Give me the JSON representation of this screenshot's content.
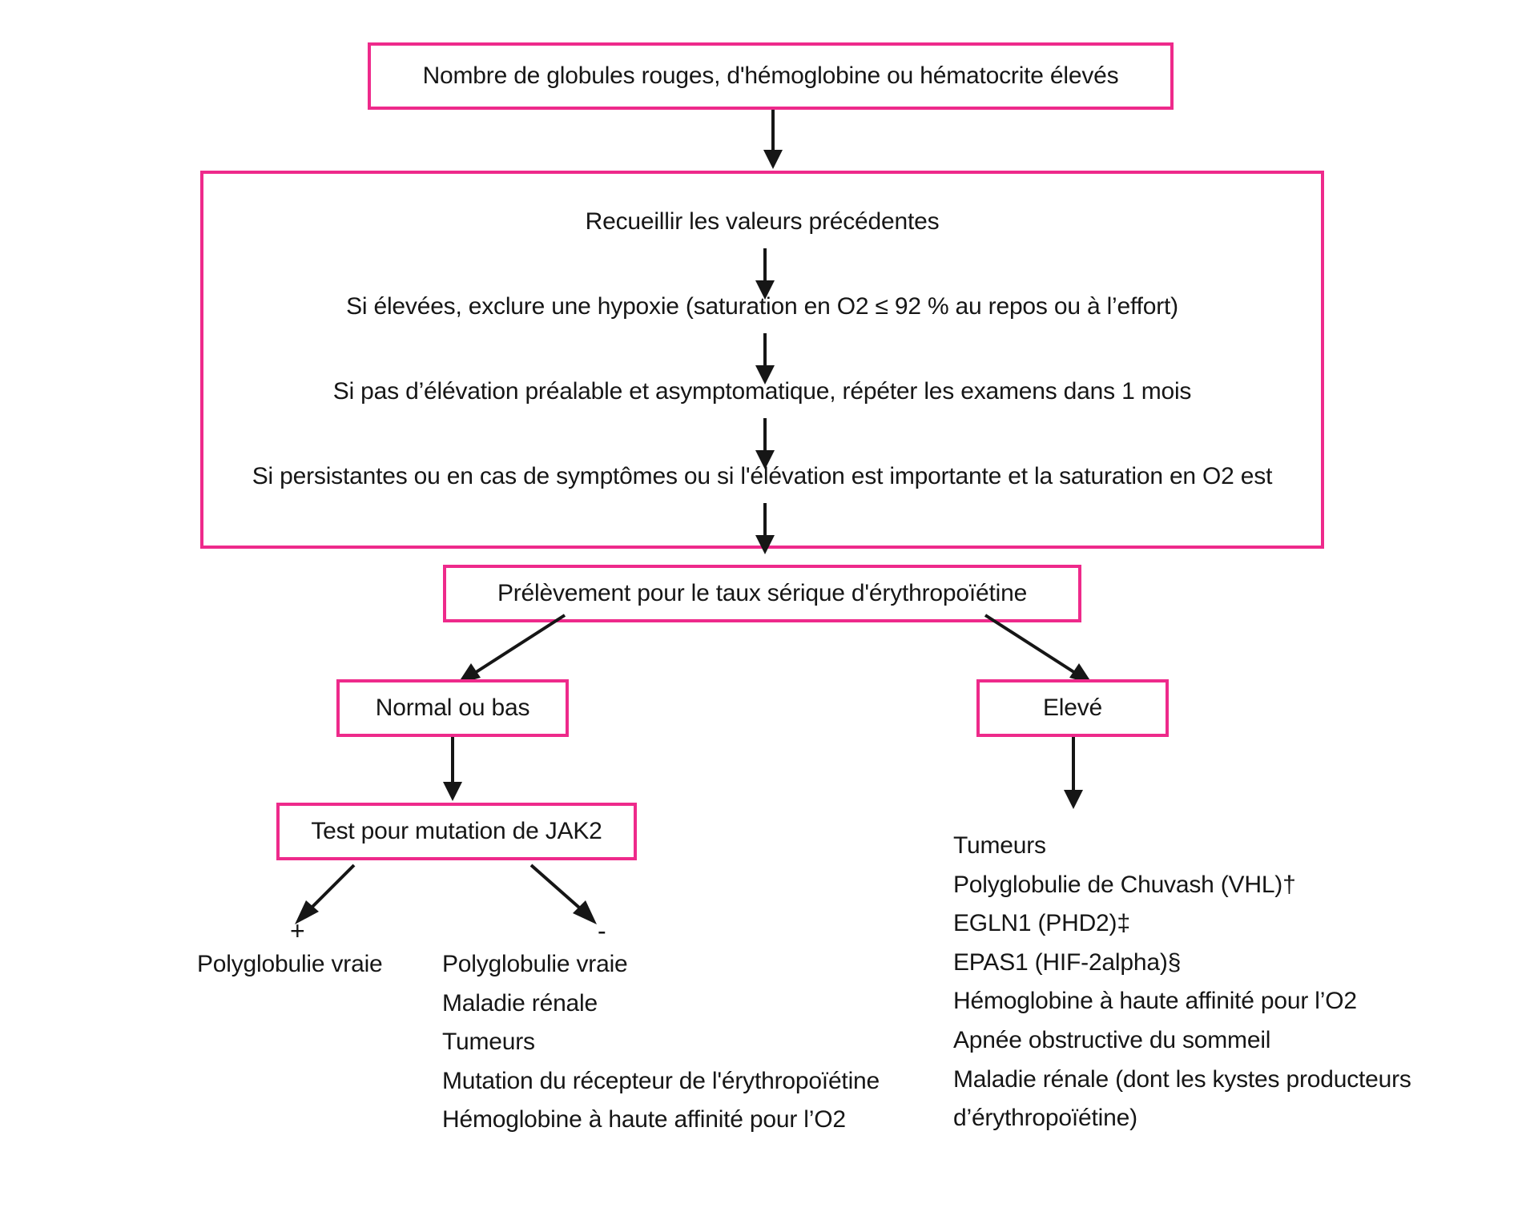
{
  "diagram": {
    "title": "Algorithme diagnostique de la polyglobulie",
    "accent_color": "#ee2a8b",
    "text_color": "#161616",
    "background": "#ffffff"
  },
  "nodes": {
    "top_box": {
      "label": "Nombre de globules rouges, d'hémoglobine ou hématocrite élevés"
    },
    "workup_box": {
      "lines": [
        "Recueillir les valeurs précédentes",
        "Si élevées, exclure une hypoxie (saturation en O2 ≤ 92 % au repos ou à l’effort)",
        "Si pas d’élévation préalable et asymptomatique, répéter les examens dans 1 mois",
        "Si persistantes ou en cas de symptômes ou si l'élévation est importante et la saturation en O2 est"
      ]
    },
    "epo_box": {
      "label": "Prélèvement pour le taux sérique d'érythropoïétine"
    },
    "normal_low_box": {
      "label": "Normal ou bas"
    },
    "elevated_box": {
      "label": "Elevé"
    },
    "jak2_box": {
      "label": "Test pour mutation de JAK2"
    }
  },
  "branch_labels": {
    "jak2_positive": "+",
    "jak2_negative": "-"
  },
  "outcomes": {
    "jak2_positive_list": [
      "Polyglobulie vraie"
    ],
    "jak2_negative_list": [
      "Polyglobulie vraie",
      "Maladie rénale",
      "Tumeurs",
      "Mutation du récepteur de l'érythropoïétine",
      "Hémoglobine à haute affinité pour l’O2"
    ],
    "elevated_epo_list": [
      "Tumeurs",
      "Polyglobulie de Chuvash (VHL)†",
      "EGLN1 (PHD2)‡",
      "EPAS1 (HIF-2alpha)§",
      "Hémoglobine à haute affinité pour l’O2",
      "Apnée obstructive du sommeil",
      "Maladie rénale (dont les kystes producteurs",
      "d’érythropoïétine)"
    ]
  }
}
